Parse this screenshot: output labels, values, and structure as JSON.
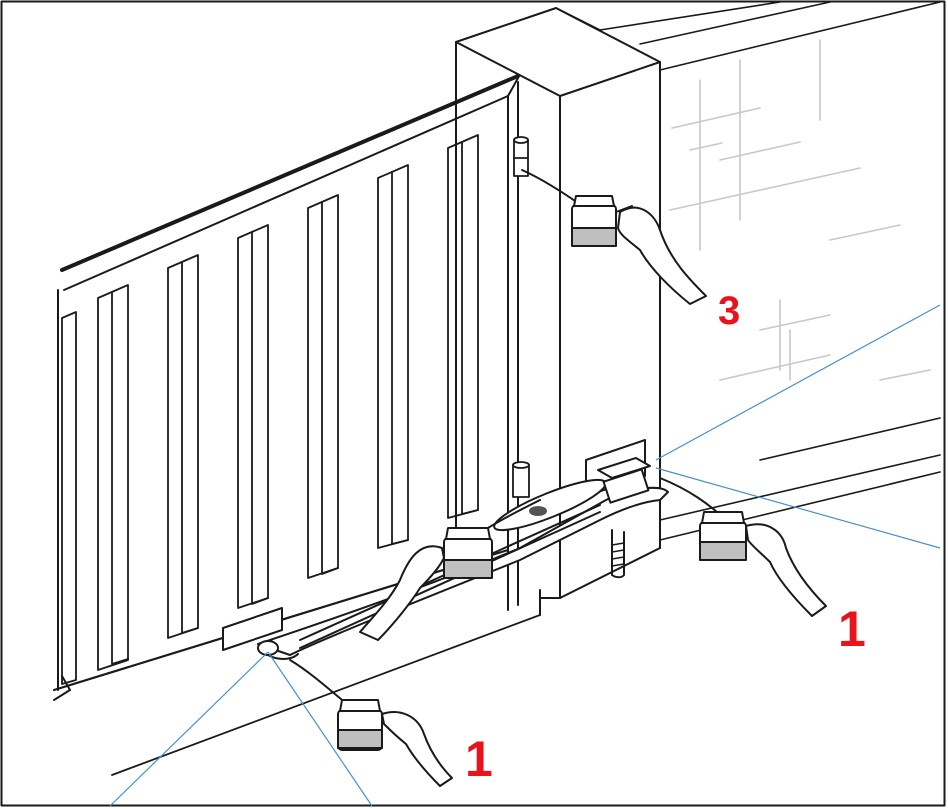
{
  "labels": {
    "hinge_top": "3",
    "wall_bracket": "1",
    "gate_bracket": "1"
  },
  "colors": {
    "label_red": "#e8131b",
    "leader_blue": "#4a90c8",
    "line": "#1a1a1a"
  }
}
